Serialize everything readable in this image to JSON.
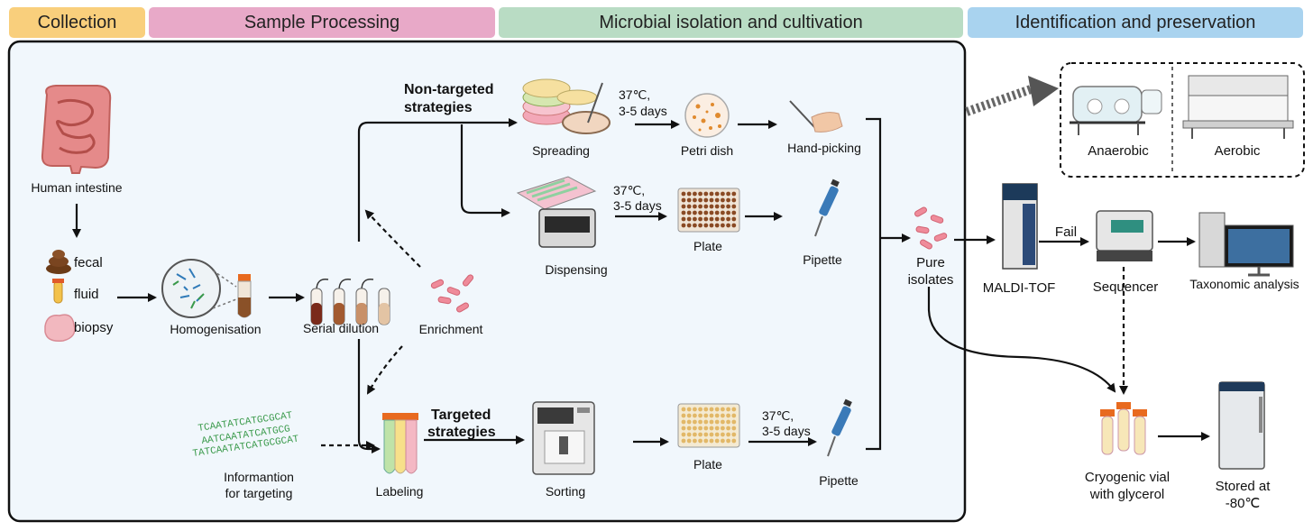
{
  "headers": {
    "collection": "Collection",
    "processing": "Sample Processing",
    "isolation": "Microbial isolation and cultivation",
    "identification": "Identification and preservation"
  },
  "colors": {
    "collection": "#f9cf7c",
    "processing": "#e8a9c8",
    "isolation": "#b9dcc4",
    "identification": "#a9d3ef",
    "panel_bg": "#f1f7fc"
  },
  "labels": {
    "human_intestine": "Human intestine",
    "fecal": "fecal",
    "fluid": "fluid",
    "biopsy": "biopsy",
    "homogenisation": "Homogenisation",
    "serial_dilution": "Serial dilution",
    "enrichment": "Enrichment",
    "info_line1": "Informantion",
    "info_line2": "for targeting",
    "labeling": "Labeling",
    "nontargeted_line1": "Non-targeted",
    "nontargeted_line2": "strategies",
    "targeted_line1": "Targeted",
    "targeted_line2": "strategies",
    "spreading": "Spreading",
    "dispensing": "Dispensing",
    "sorting": "Sorting",
    "cond_a1": "37℃,",
    "cond_a2": "3-5 days",
    "cond_b1": "37℃,",
    "cond_b2": "3-5 days",
    "cond_c1": "37℃,",
    "cond_c2": "3-5 days",
    "petri_dish": "Petri dish",
    "plate_1": "Plate",
    "plate_2": "Plate",
    "hand_picking": "Hand-picking",
    "pipette_1": "Pipette",
    "pipette_2": "Pipette",
    "pure_line1": "Pure",
    "pure_line2": "isolates",
    "anaerobic": "Anaerobic",
    "aerobic": "Aerobic",
    "maldi": "MALDI-TOF",
    "fail": "Fail",
    "sequencer": "Sequencer",
    "taxonomic": "Taxonomic analysis",
    "cryo_line1": "Cryogenic vial",
    "cryo_line2": "with glycerol",
    "stored_line1": "Stored at",
    "stored_line2": "-80℃",
    "dna_line1": "TCAATATCATGCGCAT",
    "dna_line2": "AATCAATATCATGCG",
    "dna_line3": "TATCAATATCATGCGCAT"
  },
  "icons": [
    "intestine-icon",
    "stool-icon",
    "fluid-tube-icon",
    "biopsy-icon",
    "homogenizer-icon",
    "dilution-tubes-icon",
    "bacteria-icon",
    "dna-sequence-icon",
    "labeled-tubes-icon",
    "petri-dishes-icon",
    "dispenser-icon",
    "sorter-icon",
    "petri-dish-icon",
    "well-plate-icon",
    "hand-picking-icon",
    "pipette-icon",
    "anaerobic-chamber-icon",
    "aerobic-hood-icon",
    "maldi-tof-icon",
    "sequencer-icon",
    "computer-icon",
    "cryo-vials-icon",
    "freezer-icon"
  ]
}
